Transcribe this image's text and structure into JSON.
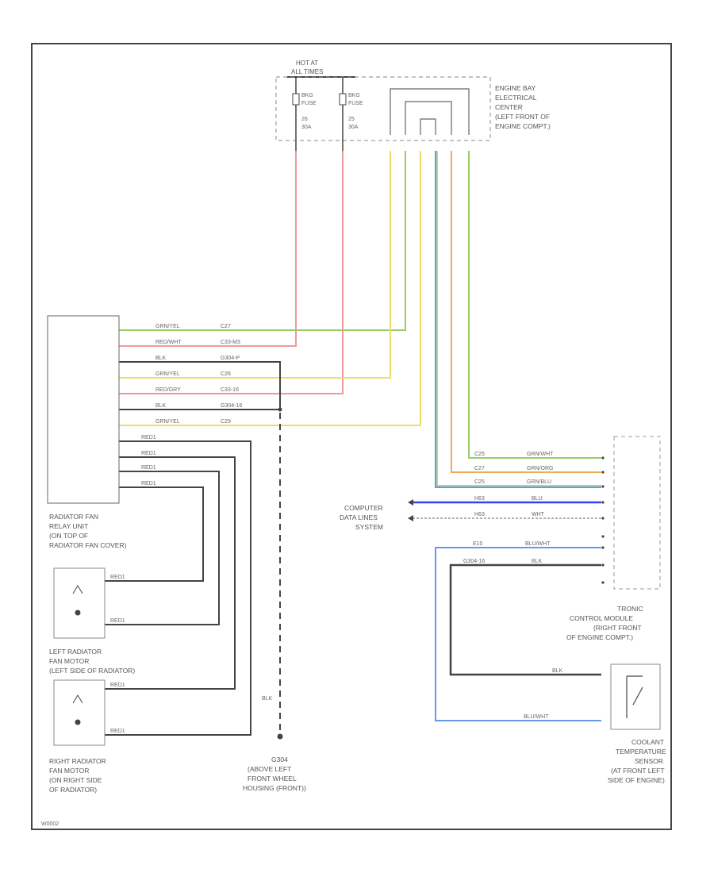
{
  "header": {
    "hot_at_line1": "HOT AT",
    "hot_at_line2": "ALL TIMES"
  },
  "fuses": [
    {
      "line1": "BKG",
      "line2": "FUSE",
      "line3": "26",
      "line4": "30A"
    },
    {
      "line1": "BKG",
      "line2": "FUSE",
      "line3": "25",
      "line4": "30A"
    }
  ],
  "engine_bay": {
    "line1": "ENGINE BAY",
    "line2": "ELECTRICAL",
    "line3": "CENTER",
    "line4": "(LEFT FRONT OF",
    "line5": "ENGINE COMPT.)"
  },
  "relay_unit": {
    "line1": "RADIATOR FAN",
    "line2": "RELAY UNIT",
    "line3": "(ON TOP OF",
    "line4": "RADIATOR FAN COVER)"
  },
  "relay_wires": [
    {
      "wire": "GRN/YEL",
      "conn": "C27"
    },
    {
      "wire": "RED/WHT",
      "conn": "C33-M3"
    },
    {
      "wire": "BLK",
      "conn": "G304-P"
    },
    {
      "wire": "GRN/YEL",
      "conn": "C26"
    },
    {
      "wire": "RED/GRY",
      "conn": "C33-16"
    },
    {
      "wire": "BLK",
      "conn": "G304-16"
    },
    {
      "wire": "GRN/YEL",
      "conn": "C29"
    }
  ],
  "motor_wires": [
    {
      "wire": "RED1"
    },
    {
      "wire": "RED1"
    },
    {
      "wire": "RED1"
    },
    {
      "wire": "RED1"
    }
  ],
  "left_motor": {
    "line1": "LEFT RADIATOR",
    "line2": "FAN MOTOR",
    "line3": "(LEFT SIDE OF RADIATOR)",
    "wire_top": "RED1",
    "wire_bottom": "RED1"
  },
  "right_motor": {
    "line1": "RIGHT RADIATOR",
    "line2": "FAN MOTOR",
    "line3": "(ON RIGHT SIDE",
    "line4": "OF RADIATOR)",
    "wire_top": "RED1",
    "wire_bottom": "RED1"
  },
  "ground": {
    "wire": "BLK",
    "line1": "G304",
    "line2": "(ABOVE LEFT",
    "line3": "FRONT WHEEL",
    "line4": "HOUSING (FRONT))"
  },
  "computer": {
    "line1": "COMPUTER",
    "line2": "DATA LINES",
    "line3": "SYSTEM"
  },
  "tronic_wires": [
    {
      "conn": "C25",
      "wire": "GRN/WHT"
    },
    {
      "conn": "C27",
      "wire": "GRN/ORG"
    },
    {
      "conn": "C25",
      "wire": "GRN/BLU"
    },
    {
      "conn": "H63",
      "wire": "BLU"
    },
    {
      "conn": "H63",
      "wire": "WHT"
    },
    {
      "conn": "E10",
      "wire": "BLU/WHT"
    },
    {
      "conn": "G304-16",
      "wire": "BLK"
    }
  ],
  "tronic": {
    "line1": "TRONIC",
    "line2": "CONTROL MODULE",
    "line3": "(RIGHT FRONT",
    "line4": "OF ENGINE COMPT.)"
  },
  "sensor": {
    "wire_top": "BLK",
    "wire_bottom": "BLU/WHT",
    "line1": "COOLANT",
    "line2": "TEMPERATURE",
    "line3": "SENSOR",
    "line4": "(AT FRONT LEFT",
    "line5": "SIDE OF ENGINE)"
  },
  "footer": {
    "code": "W0002"
  },
  "colors": {
    "red": "#ee9999",
    "green": "#99cc66",
    "yellow": "#eedd66",
    "blue": "#6699ee",
    "blue_dark": "#3344ee",
    "orange": "#eeaa55",
    "black": "#444444"
  }
}
